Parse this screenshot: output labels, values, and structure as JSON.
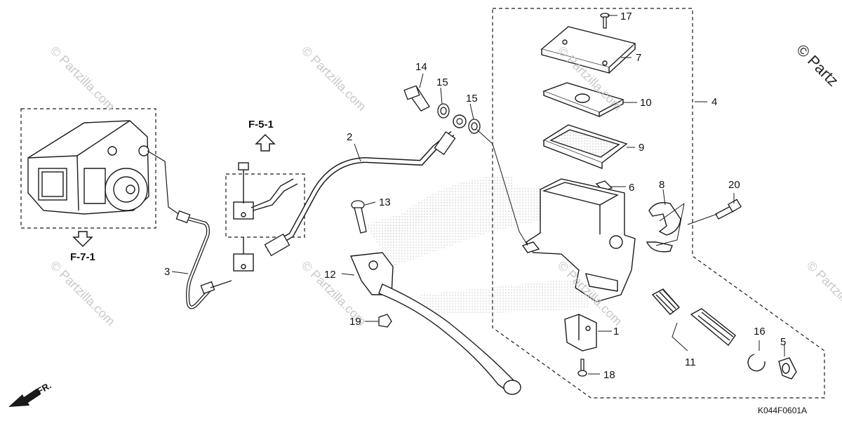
{
  "watermarks": {
    "small": "© Partzilla.com",
    "corner": "© Partz"
  },
  "refs": {
    "f51": "F-5-1",
    "f71": "F-7-1"
  },
  "direction_label": "FR.",
  "diagram_code": "K044F0601A",
  "parts": {
    "p1": "1",
    "p2": "2",
    "p3": "3",
    "p4": "4",
    "p5": "5",
    "p6": "6",
    "p7": "7",
    "p8": "8",
    "p9": "9",
    "p10": "10",
    "p11": "11",
    "p12": "12",
    "p13": "13",
    "p14": "14",
    "p15a": "15",
    "p15b": "15",
    "p16": "16",
    "p17": "17",
    "p18": "18",
    "p19": "19",
    "p20": "20"
  },
  "colors": {
    "line": "#1a1a1a",
    "watermark": "#c9c9c9",
    "logo_shade": "#bdbdbd"
  }
}
